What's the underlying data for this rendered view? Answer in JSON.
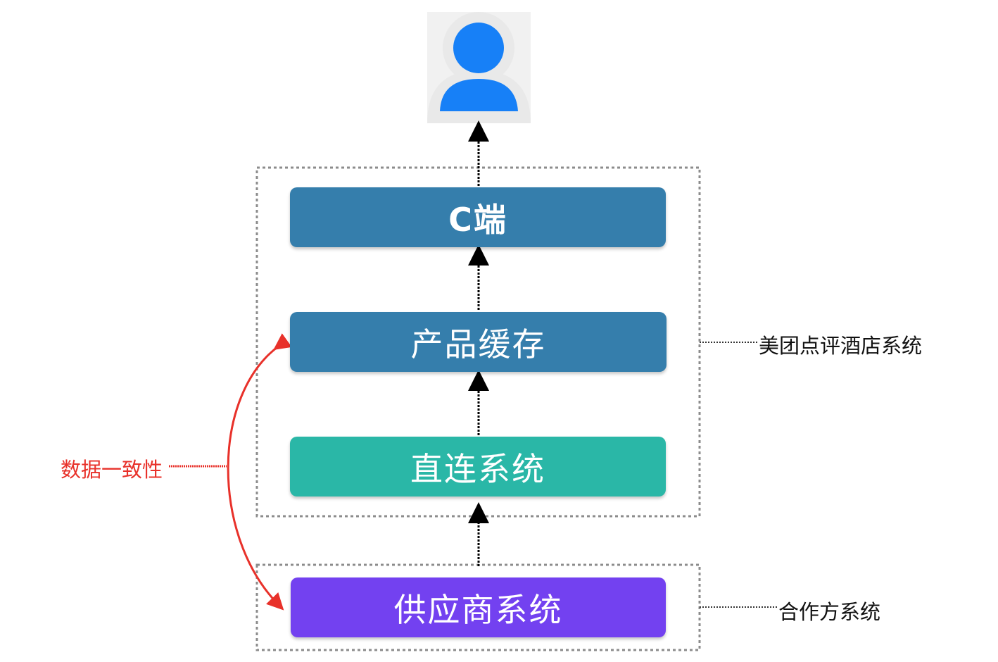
{
  "boxes": {
    "c_end": "C端",
    "product_cache": "产品缓存",
    "direct_system": "直连系统",
    "supplier_system": "供应商系统"
  },
  "labels": {
    "meituan_system": "美团点评酒店系统",
    "partner_system": "合作方系统",
    "data_consistency": "数据一致性"
  },
  "colors": {
    "c_end": "#357eac",
    "product_cache": "#357eac",
    "direct_system": "#2ab7a7",
    "supplier_system": "#7341f0",
    "user_icon": "#1780f7",
    "consistency": "#e8312a"
  },
  "icons": {
    "user": "user-avatar-icon"
  }
}
